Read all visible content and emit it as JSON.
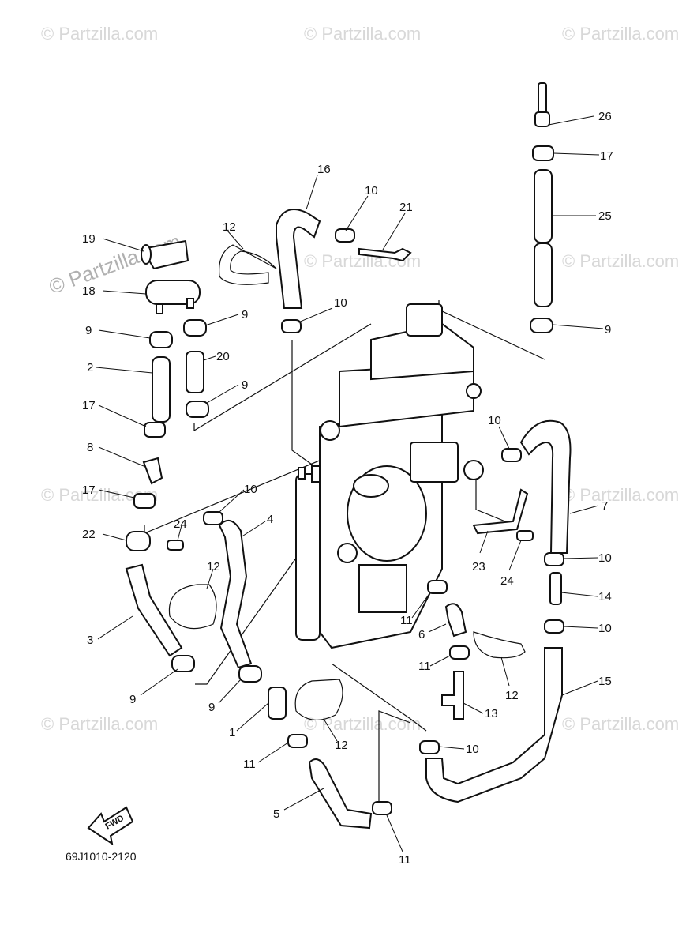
{
  "watermarks": [
    "© Partzilla.com"
  ],
  "diagram_code": "69J1010-2120",
  "fwd_label": "FWD",
  "callouts": [
    "1",
    "2",
    "3",
    "4",
    "5",
    "6",
    "7",
    "8",
    "9",
    "10",
    "11",
    "12",
    "13",
    "14",
    "15",
    "16",
    "17",
    "18",
    "19",
    "20",
    "21",
    "22",
    "23",
    "24",
    "25",
    "26"
  ]
}
